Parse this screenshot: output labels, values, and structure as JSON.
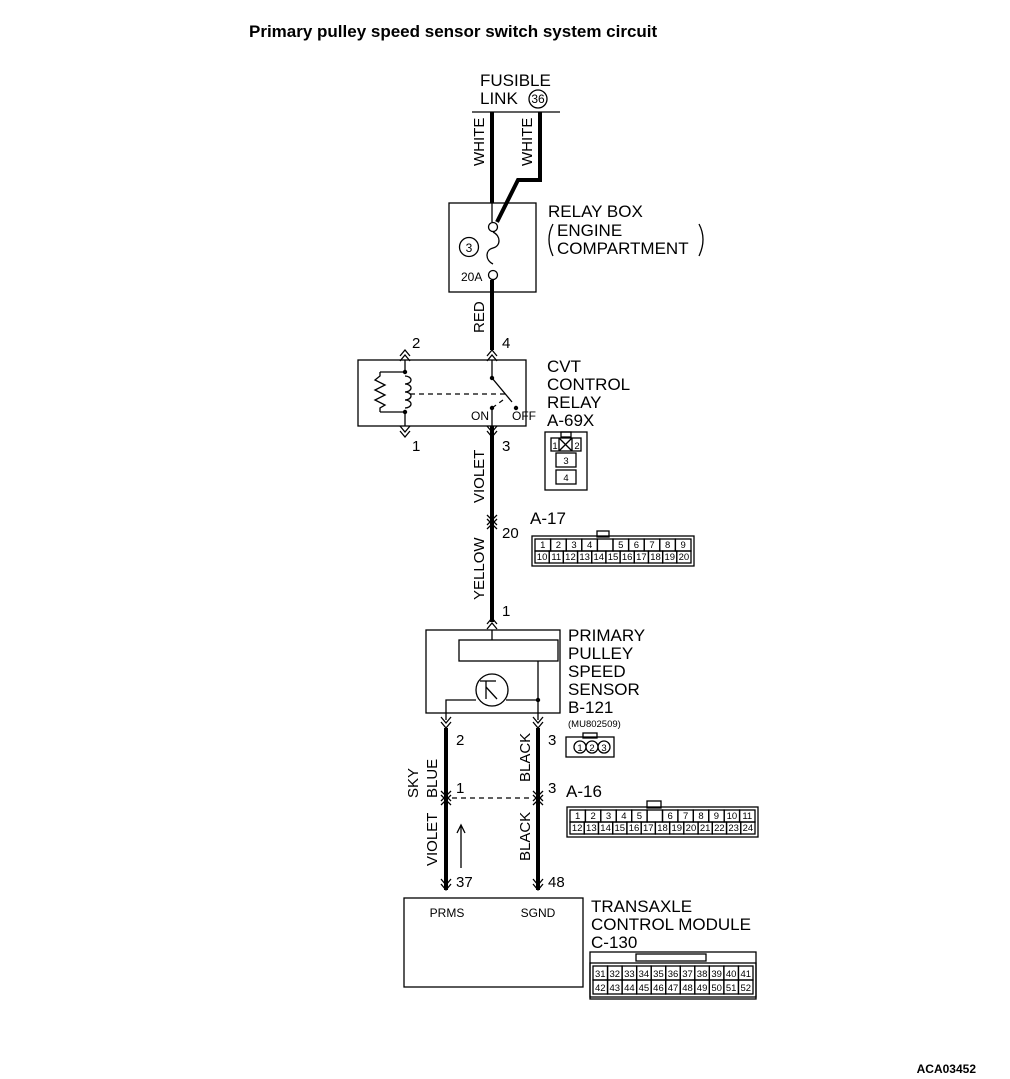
{
  "title": "Primary pulley speed sensor switch system circuit",
  "figure_code": "ACA03452",
  "fusible_link": {
    "line1": "FUSIBLE",
    "line2": "LINK",
    "number": "36"
  },
  "wires": {
    "white_left": "WHITE",
    "white_right": "WHITE",
    "red": "RED",
    "violet_top": "VIOLET",
    "yellow": "YELLOW",
    "sky_line1": "SKY",
    "sky_line2": "BLUE",
    "black_upper": "BLACK",
    "violet_bottom": "VIOLET",
    "black_lower": "BLACK"
  },
  "relay_box": {
    "line1": "RELAY BOX",
    "line2": "ENGINE",
    "line3": "COMPARTMENT",
    "fuse_number": "3",
    "fuse_rating": "20A"
  },
  "cvt_relay": {
    "line1": "CVT",
    "line2": "CONTROL",
    "line3": "RELAY",
    "connector": "A-69X",
    "on_label": "ON",
    "off_label": "OFF",
    "pins": {
      "top_left": "2",
      "top_right": "4",
      "bottom_left": "1",
      "bottom_right": "3"
    },
    "connector_pins": [
      "1",
      "2",
      "3",
      "4"
    ]
  },
  "connector_a17": {
    "id": "A-17",
    "pin": "20",
    "row1": [
      "1",
      "2",
      "3",
      "4",
      "",
      "5",
      "6",
      "7",
      "8",
      "9"
    ],
    "row2": [
      "10",
      "11",
      "12",
      "13",
      "14",
      "15",
      "16",
      "17",
      "18",
      "19",
      "20"
    ]
  },
  "sensor": {
    "line1": "PRIMARY",
    "line2": "PULLEY",
    "line3": "SPEED",
    "line4": "SENSOR",
    "connector": "B-121",
    "part_number": "(MU802509)",
    "pin_top": "1",
    "pin_left": "2",
    "pin_right": "3",
    "connector_pins": [
      "1",
      "2",
      "3"
    ]
  },
  "connector_a16": {
    "id": "A-16",
    "pin_left": "1",
    "pin_right": "3",
    "row1": [
      "1",
      "2",
      "3",
      "4",
      "5",
      "",
      "6",
      "7",
      "8",
      "9",
      "10",
      "11"
    ],
    "row2": [
      "12",
      "13",
      "14",
      "15",
      "16",
      "17",
      "18",
      "19",
      "20",
      "21",
      "22",
      "23",
      "24"
    ]
  },
  "tcm": {
    "line1": "TRANSAXLE",
    "line2": "CONTROL MODULE",
    "connector": "C-130",
    "pin_left": "37",
    "pin_right": "48",
    "terminal_left": "PRMS",
    "terminal_right": "SGND",
    "row1": [
      "31",
      "32",
      "33",
      "34",
      "35",
      "36",
      "37",
      "38",
      "39",
      "40",
      "41"
    ],
    "row2": [
      "42",
      "43",
      "44",
      "45",
      "46",
      "47",
      "48",
      "49",
      "50",
      "51",
      "52"
    ]
  }
}
